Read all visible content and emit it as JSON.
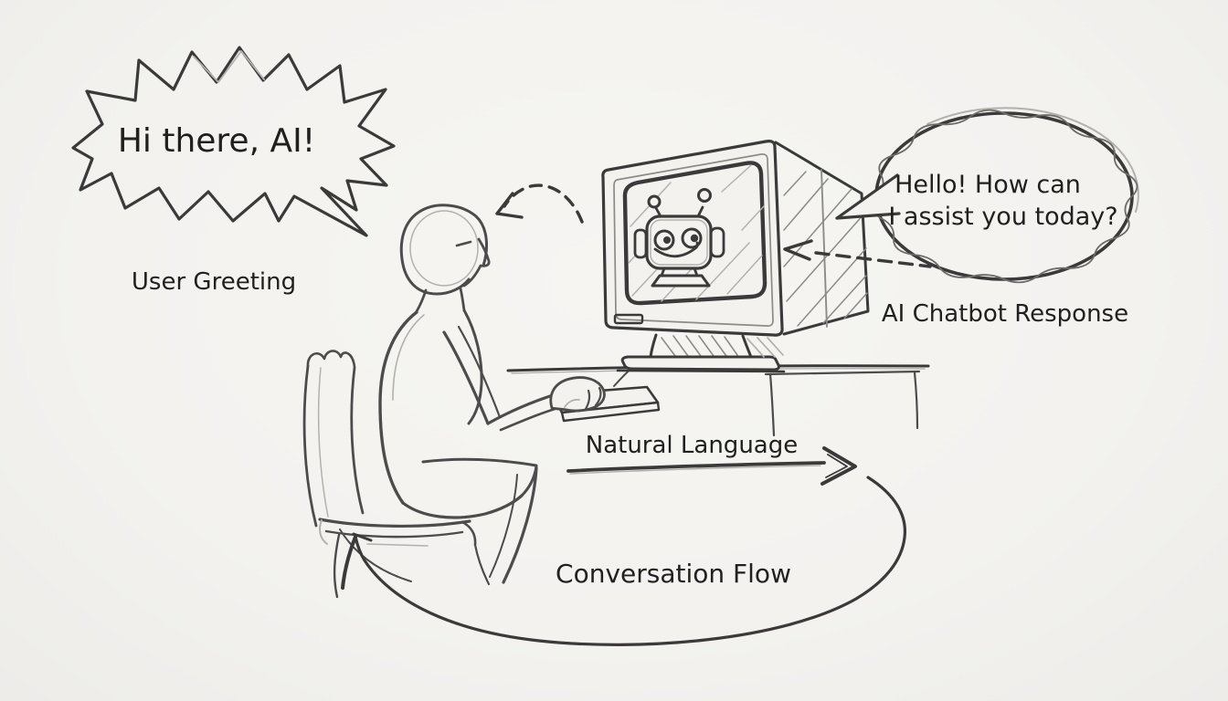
{
  "scene": {
    "style": "hand-drawn pencil sketch diagram of a user conversing with an AI chatbot",
    "background_color": "#f3f2ef",
    "ink_color": "#3a3a3a",
    "pencil_color": "#4c4c4c",
    "faint_pencil_color": "#b3b1ad",
    "text_color": "#20201e"
  },
  "icons": {
    "robot_face": "robot-face",
    "burst_bubble": "jagged-speech-bubble",
    "cloud_bubble": "wavy-oval-speech-bubble"
  },
  "user_bubble": {
    "text": "Hi there, AI!",
    "caption": "User Greeting"
  },
  "ai_bubble": {
    "text_line1": "Hello! How can",
    "text_line2": "I assist you today?",
    "caption": "AI Chatbot Response"
  },
  "arrows": {
    "natural_language_label": "Natural Language",
    "conversation_flow_label": "Conversation Flow"
  }
}
